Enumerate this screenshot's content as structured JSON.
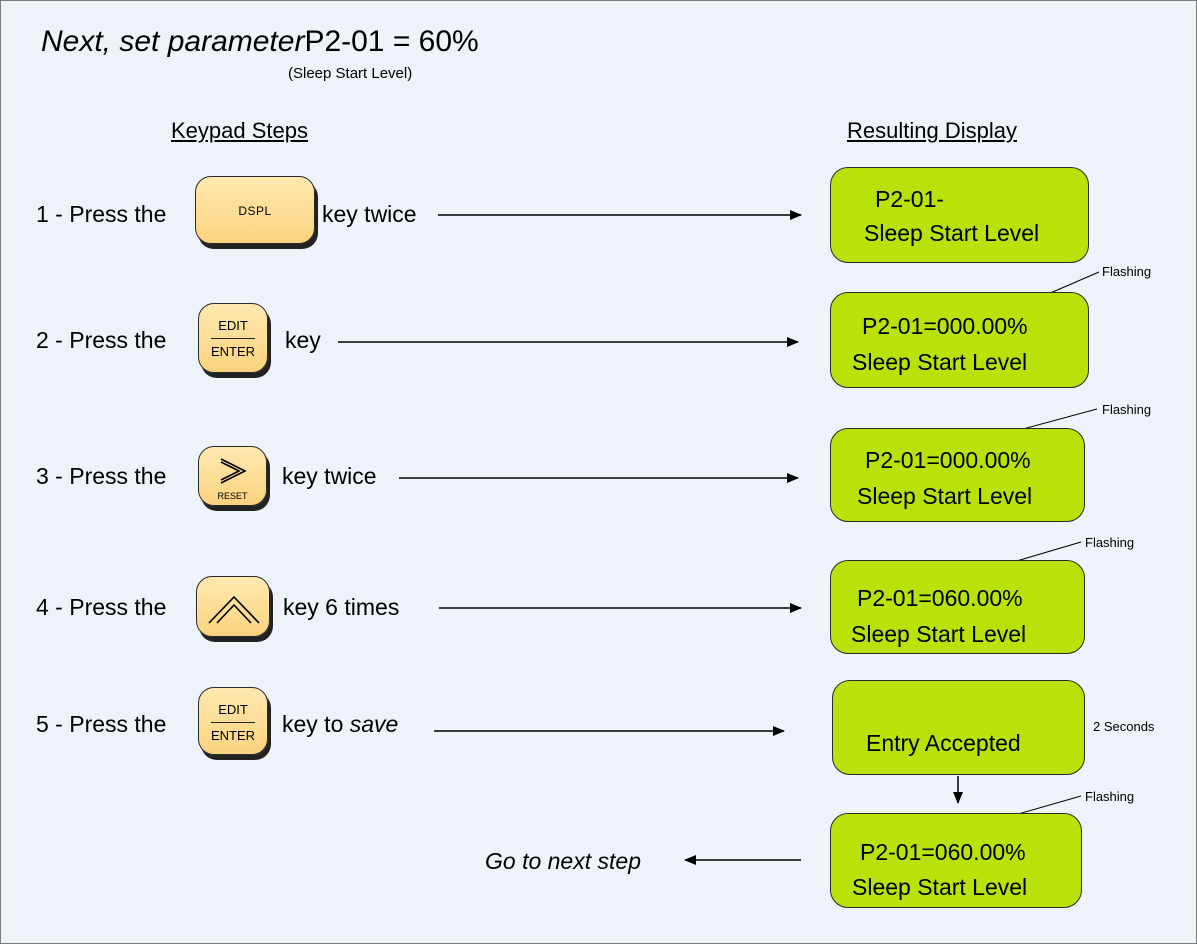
{
  "title": {
    "lead": "Next, set  parameter",
    "value": "P2-01 = 60%",
    "subtitle": "(Sleep Start Level)"
  },
  "headings": {
    "left": "Keypad Steps",
    "right": "Resulting Display"
  },
  "steps": [
    {
      "text": "1 - Press the",
      "key": "DSPL",
      "after": "key twice",
      "display": [
        "P2-01-",
        "Sleep Start Level"
      ]
    },
    {
      "text": "2 - Press the",
      "key_top": "EDIT",
      "key_bottom": "ENTER",
      "after": "key",
      "display": [
        "P2-01=000.00%",
        "Sleep Start Level"
      ],
      "note": "Flashing"
    },
    {
      "text": "3 - Press the",
      "key_symbol": ">",
      "key_label": "RESET",
      "after": "key twice",
      "display": [
        "P2-01=000.00%",
        "Sleep Start Level"
      ],
      "note": "Flashing"
    },
    {
      "text": "4 - Press the",
      "key_symbol": "up-chevron",
      "after": "key 6 times",
      "display": [
        "P2-01=060.00%",
        "Sleep Start Level"
      ],
      "note": "Flashing"
    },
    {
      "text": "5 - Press the",
      "key_top": "EDIT",
      "key_bottom": "ENTER",
      "after": "key to",
      "after_italic": "save",
      "display": [
        "Entry Accepted"
      ],
      "note": "2 Seconds"
    }
  ],
  "final": {
    "display": [
      "P2-01=060.00%",
      "Sleep Start Level"
    ],
    "note": "Flashing",
    "next": "Go to next step"
  },
  "colors": {
    "lcd": "#b9e10a",
    "key": "#fbd27e",
    "background": "#eef2f9"
  }
}
